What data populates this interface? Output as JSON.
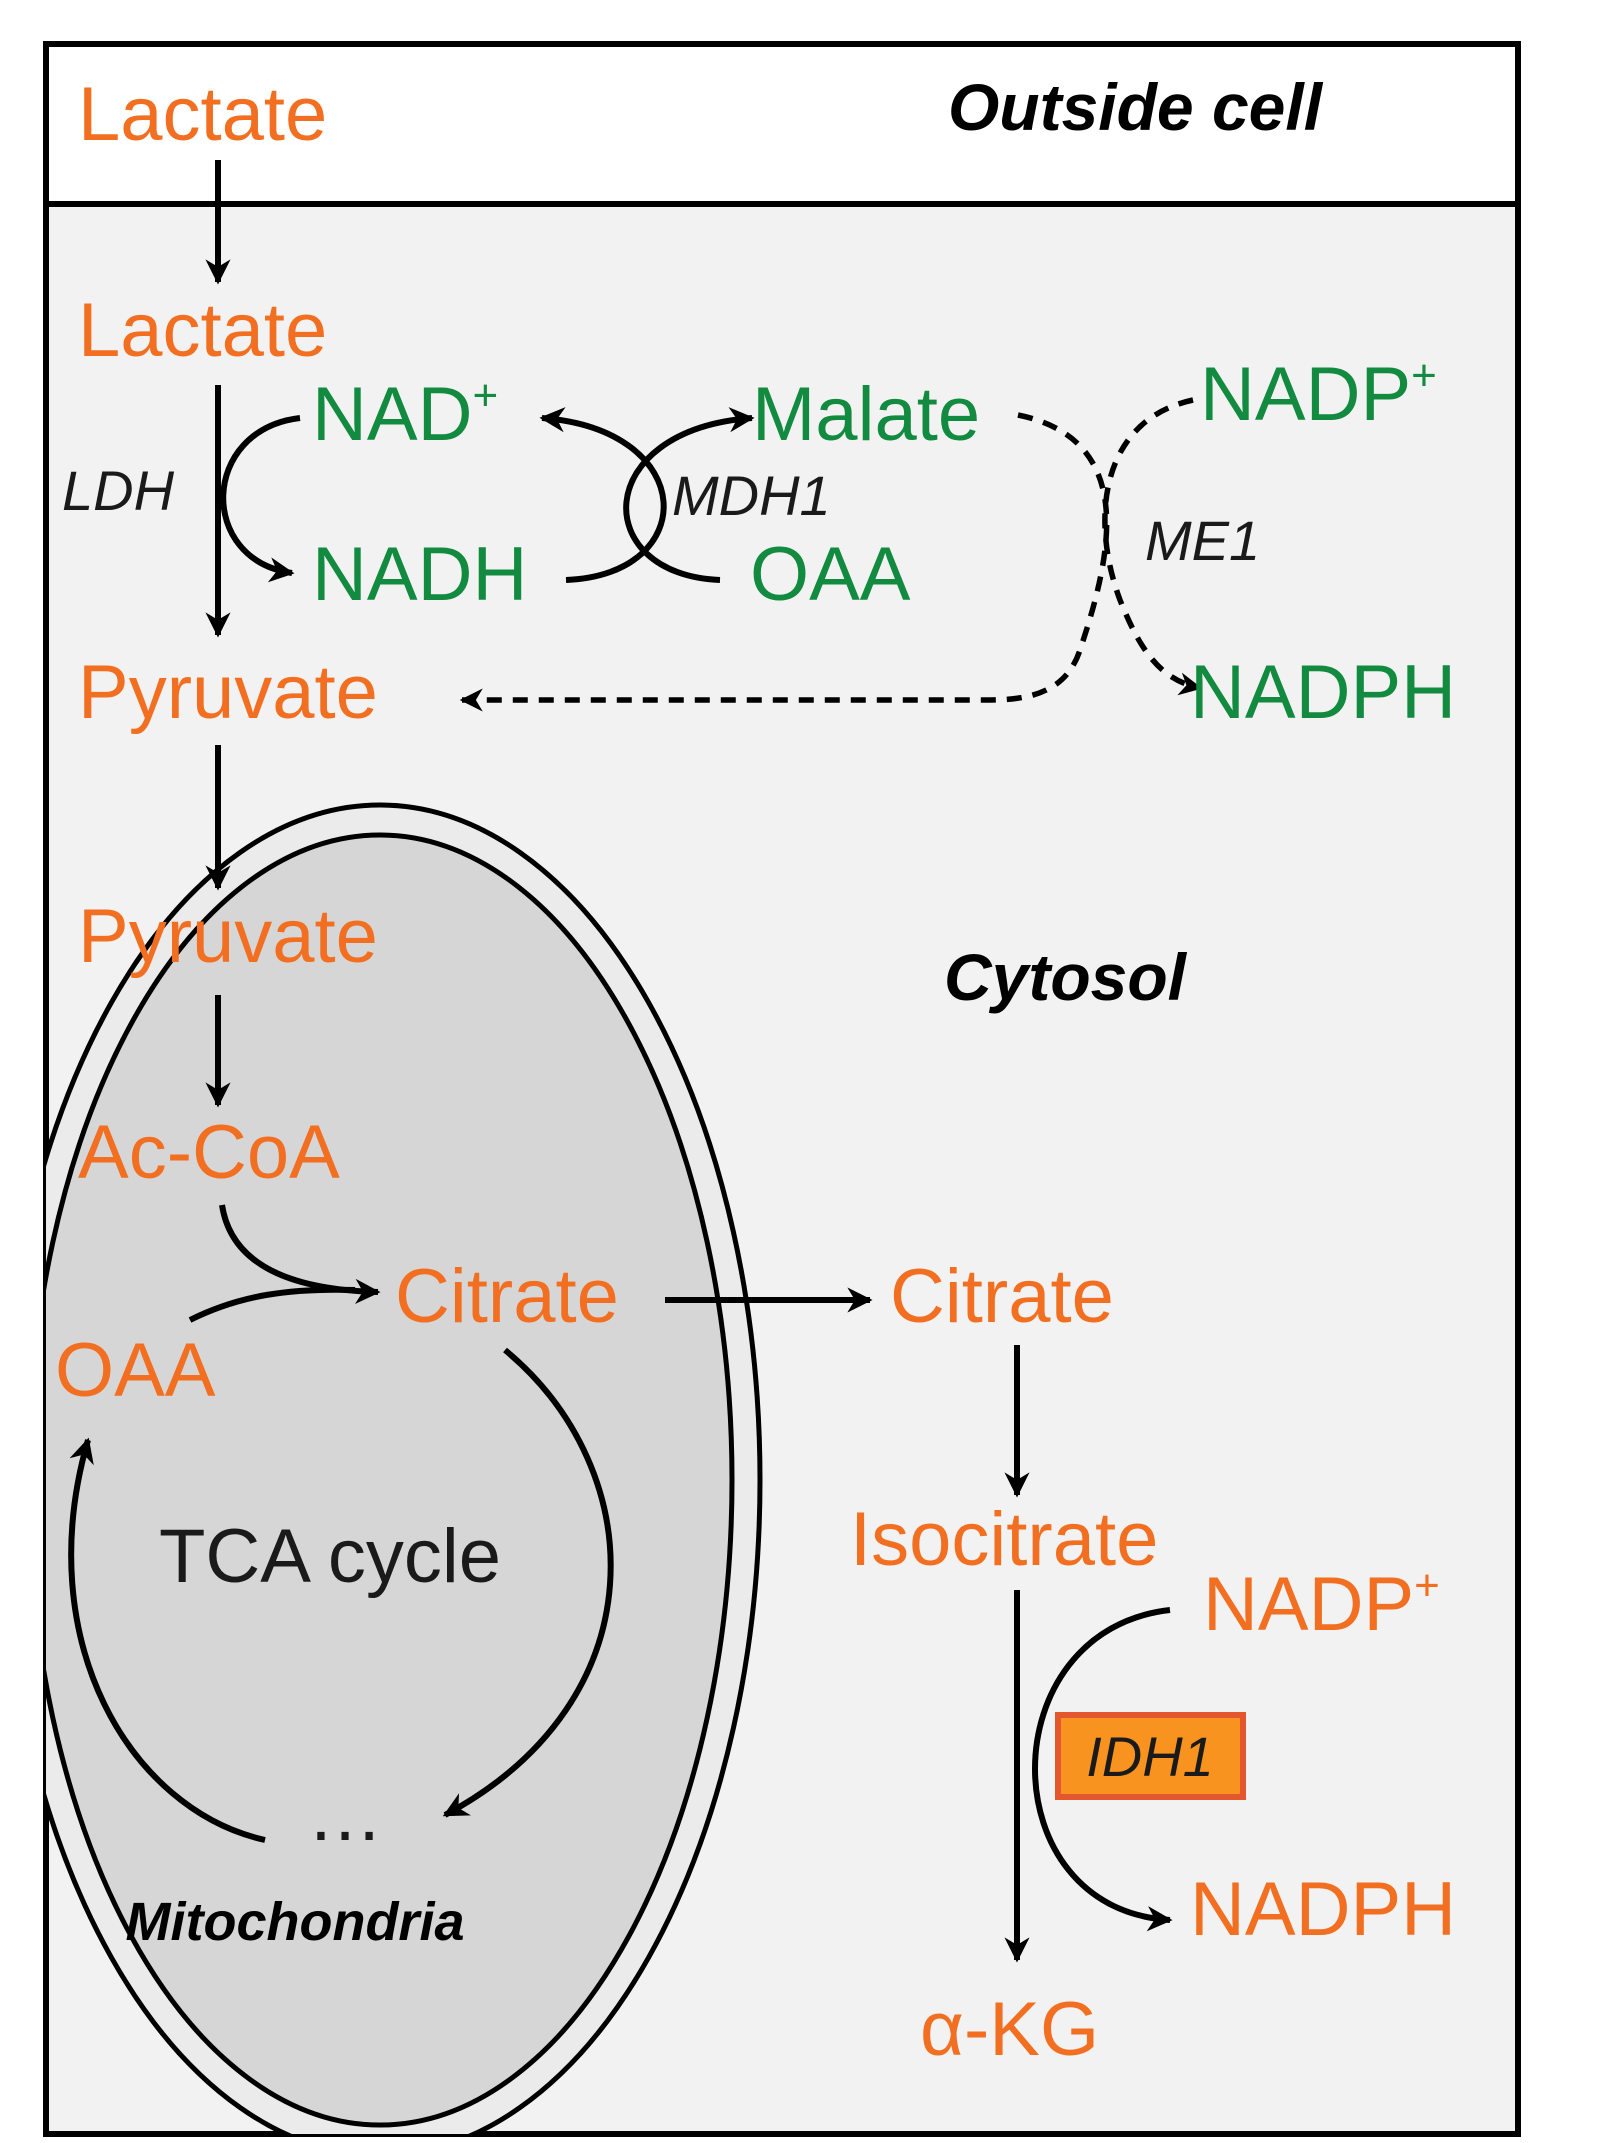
{
  "regions": {
    "outside": "Outside cell",
    "cytosol": "Cytosol",
    "mitochondria": "Mitochondria"
  },
  "metabolites": {
    "lactate_out": "Lactate",
    "lactate_in": "Lactate",
    "nad_plus": "NAD",
    "nadh": "NADH",
    "malate": "Malate",
    "oaa_cyto": "OAA",
    "nadp_plus_top": "NADP",
    "nadph_top": "NADPH",
    "pyruvate_cyto": "Pyruvate",
    "pyruvate_mito": "Pyruvate",
    "ac_coa": "Ac-CoA",
    "citrate_mito": "Citrate",
    "oaa_mito": "OAA",
    "citrate_cyto": "Citrate",
    "isocitrate": "Isocitrate",
    "nadp_plus_bottom": "NADP",
    "nadph_bottom": "NADPH",
    "akg": "α-KG",
    "ellipsis": "…",
    "plus": "+"
  },
  "enzymes": {
    "ldh": "LDH",
    "mdh1": "MDH1",
    "me1": "ME1",
    "idh1": "IDH1"
  },
  "cycle": {
    "tca": "TCA cycle"
  },
  "colors": {
    "metabolite": "#f26f21",
    "cofactor": "#128a3f",
    "idh1_box": "#f7931e",
    "cytosol_bg": "#f2f2f2",
    "mito_bg": "#d6d6d6"
  }
}
